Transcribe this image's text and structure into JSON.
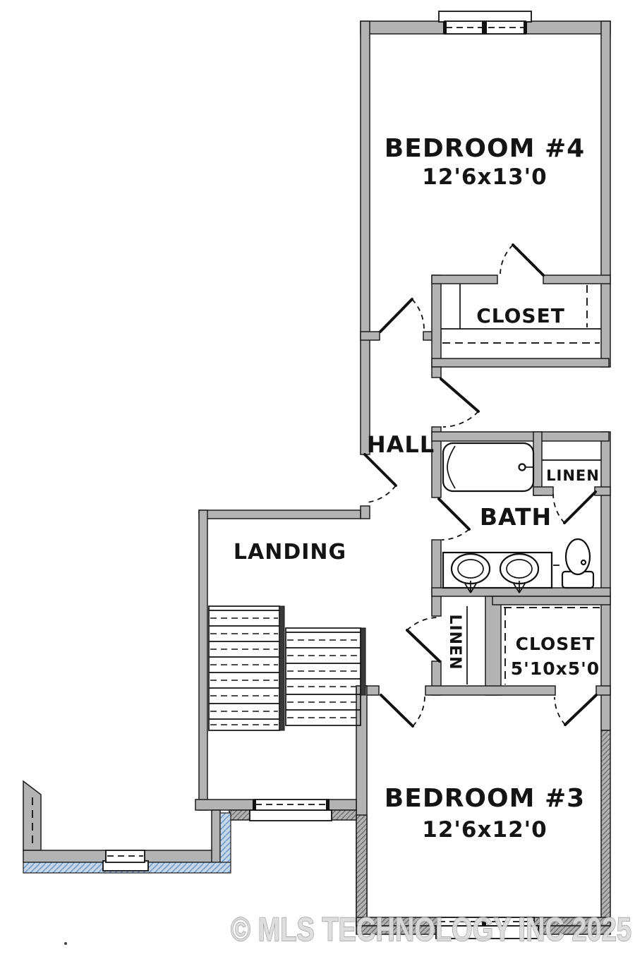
{
  "watermark": "© MLS TECHNOLOGY INC 2025",
  "rooms": [
    {
      "name": "bedroom-4",
      "label": "BEDROOM #4",
      "dimensions": "12'6x13'0"
    },
    {
      "name": "closet-bedroom-4",
      "label": "CLOSET",
      "dimensions": ""
    },
    {
      "name": "hall",
      "label": "HALL",
      "dimensions": ""
    },
    {
      "name": "bath",
      "label": "BATH",
      "dimensions": ""
    },
    {
      "name": "linen-bath",
      "label": "LINEN",
      "dimensions": ""
    },
    {
      "name": "landing",
      "label": "LANDING",
      "dimensions": ""
    },
    {
      "name": "linen-hall",
      "label": "LINEN",
      "dimensions": ""
    },
    {
      "name": "closet-bedroom-3",
      "label": "CLOSET",
      "dimensions": "5'10x5'0"
    },
    {
      "name": "bedroom-3",
      "label": "BEDROOM #3",
      "dimensions": "12'6x12'0"
    }
  ],
  "fixtures": [
    "bathtub-icon",
    "toilet-icon",
    "sink-left-icon",
    "sink-right-icon",
    "vanity-counter",
    "staircase",
    "linen-shelves",
    "closet-shelves"
  ],
  "colors": {
    "wall_fill": "#b3b3b3",
    "wall_hatch": "#6f6f6f",
    "roof_band": "#c3d6ea",
    "roof_hatch": "#6e94bc",
    "line": "#1a1a1a",
    "watermark": "#c9c9c9"
  }
}
